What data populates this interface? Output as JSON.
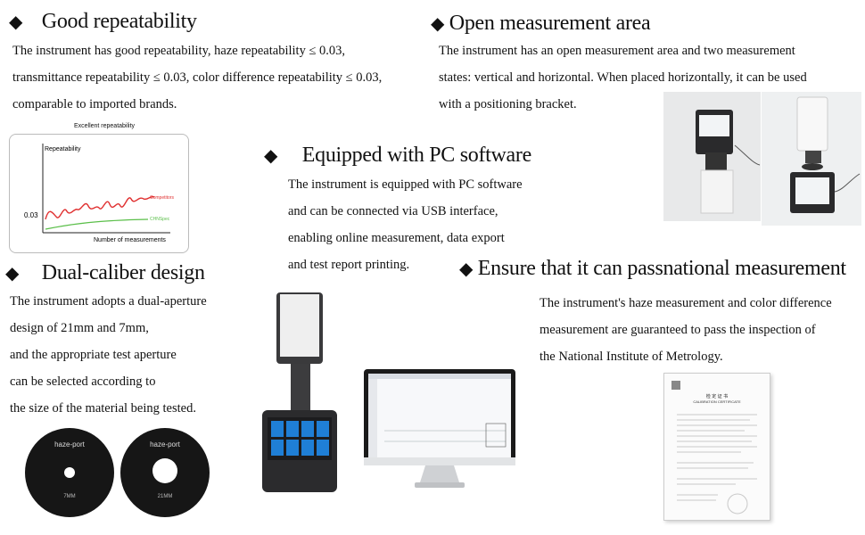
{
  "sections": {
    "repeatability": {
      "title": "Good repeatability",
      "lines": [
        "The instrument has good repeatability, haze repeatability ≤ 0.03,",
        "transmittance repeatability ≤ 0.03, color difference repeatability ≤ 0.03,",
        "comparable to imported brands."
      ]
    },
    "open_area": {
      "title": "Open measurement area",
      "lines": [
        "The instrument has an open measurement area and two measurement",
        "states: vertical and horizontal. When placed horizontally, it can be used",
        "with a positioning bracket."
      ]
    },
    "pc_software": {
      "title": "Equipped with PC software",
      "lines": [
        "The instrument is equipped with PC software",
        "and can be connected via USB interface,",
        "enabling online measurement, data export",
        "and test report printing."
      ]
    },
    "dual_caliber": {
      "title": "Dual-caliber design",
      "lines": [
        "The instrument adopts a dual-aperture",
        "design of 21mm and 7mm,",
        "and the appropriate test aperture",
        "can be selected according to",
        "the size of the material being tested."
      ]
    },
    "national": {
      "title": "Ensure that it can passnational measurement",
      "lines": [
        "The instrument's haze measurement and color difference",
        "measurement are guaranteed to pass the inspection of",
        "the National Institute of Metrology."
      ]
    }
  },
  "bullet": "◆",
  "chart_data": {
    "type": "line",
    "title": "Excellent repeatability",
    "ylabel": "Repeatability",
    "xlabel": "Number of measurements",
    "ytick_labels": [
      "0.03"
    ],
    "series": [
      {
        "name": "Competitors",
        "color": "#e03030"
      },
      {
        "name": "CHNSpec",
        "color": "#5bbf4a"
      }
    ]
  },
  "apertures": {
    "brand": "haze-port",
    "left_label": "7MM",
    "right_label": "21MM"
  },
  "certificate": {
    "heading": "检 定 证 书",
    "subheading": "CALIBRATION CERTIFICATE"
  },
  "colors": {
    "accent_red": "#e03030",
    "accent_green": "#5bbf4a",
    "screen_blue": "#1f7fd6"
  }
}
